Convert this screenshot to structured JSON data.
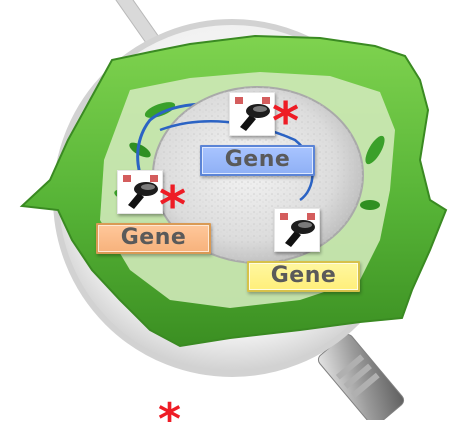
{
  "labels": {
    "gene_blue": "Gene",
    "gene_orange": "Gene",
    "gene_yellow": "Gene"
  },
  "marks": {
    "star_symbol": "*"
  },
  "icons": [
    "magnifying-glass-icon",
    "plant-cell-icon",
    "gene-editing-tool-icon"
  ],
  "colors": {
    "cell_wall": "#5fbf3e",
    "nucleus": "#e0e0e0",
    "gene_blue": "#8fb0f5",
    "gene_orange": "#f7b27c",
    "gene_yellow": "#ffef7a",
    "star": "#ee1c25"
  }
}
